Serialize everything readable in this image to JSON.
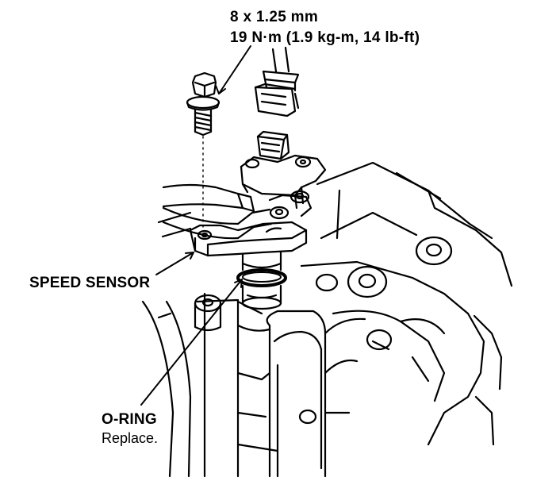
{
  "torque_spec": {
    "bolt_size": "8 x 1.25 mm",
    "torque": "19 N·m (1.9 kg-m, 14 lb-ft)"
  },
  "labels": {
    "speed_sensor": "SPEED SENSOR",
    "o_ring": "O-RING",
    "o_ring_note": "Replace."
  }
}
